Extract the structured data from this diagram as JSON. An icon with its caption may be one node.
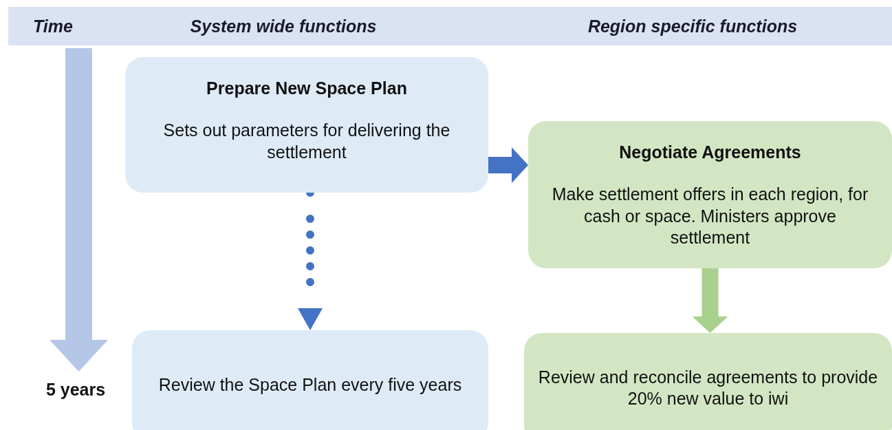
{
  "diagram": {
    "nodes": [
      {
        "text": [
          "Time",
          "System wide functions",
          "Region specific functions"
        ]
      },
      {
        "text": [
          "Prepare New Space Plan",
          "Sets out parameters for delivering the settlement"
        ]
      },
      {
        "text": [
          "Negotiate Agreements",
          "Make settlement offers in each region, for cash or space. Ministers approve settlement"
        ]
      },
      {
        "text": [
          "Review the Space Plan every five years"
        ]
      },
      {
        "text": [
          "Review and reconcile agreements to provide 20% new value to iwi"
        ]
      }
    ],
    "edges": [
      {
        "from": 1,
        "to": 2,
        "arrow": "to",
        "style": "thick"
      },
      {
        "from": 1,
        "to": 3,
        "arrow": "to",
        "style": "dashed"
      },
      {
        "from": 2,
        "to": 4,
        "arrow": "to",
        "style": "thick",
        "color": "#a9d18e"
      }
    ],
    "labels": [
      "5 years"
    ]
  }
}
